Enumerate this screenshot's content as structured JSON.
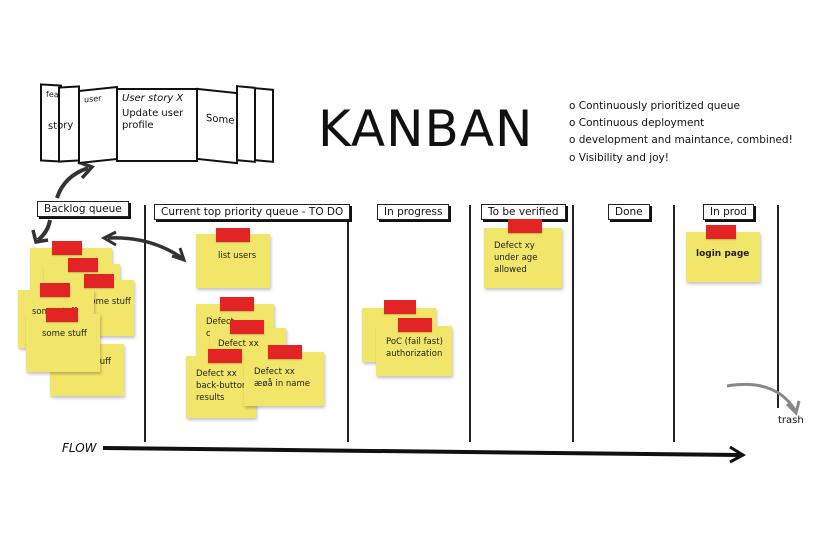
{
  "title": "KANBAN",
  "bullets": [
    "Continuously prioritized queue",
    "Continuous deployment",
    "development and maintance, combined!",
    "Visibility and joy!"
  ],
  "story_cards": {
    "feature": "feature",
    "story": "story",
    "user": "user",
    "story_x_title": "User story X",
    "story_x_text": "Update user profile",
    "some_text": "Some text"
  },
  "columns": [
    "Backlog queue",
    "Current top priority queue - TO DO",
    "In progress",
    "To be verified",
    "Done",
    "In prod"
  ],
  "notes": {
    "backlog_1": "some stuff",
    "backlog_2": "some stuff",
    "backlog_3": "some stuff",
    "backlog_4": "stuff",
    "todo_list_users": "list users",
    "todo_defect_a": "Defect",
    "todo_defect_a2": "c",
    "todo_defect_b": "Defect xx",
    "todo_defect_back": "Defect xx back-button results",
    "todo_defect_name": "Defect xx æøå in name",
    "inprogress_poc": "PoC (fail fast) authorization",
    "verify_defect": "Defect xy under age allowed",
    "prod_login": "login page"
  },
  "flow_label": "FLOW",
  "trash_label": "trash",
  "colors": {
    "sticky": "#f2e66a",
    "tape": "#e32424",
    "ink": "#111111"
  }
}
